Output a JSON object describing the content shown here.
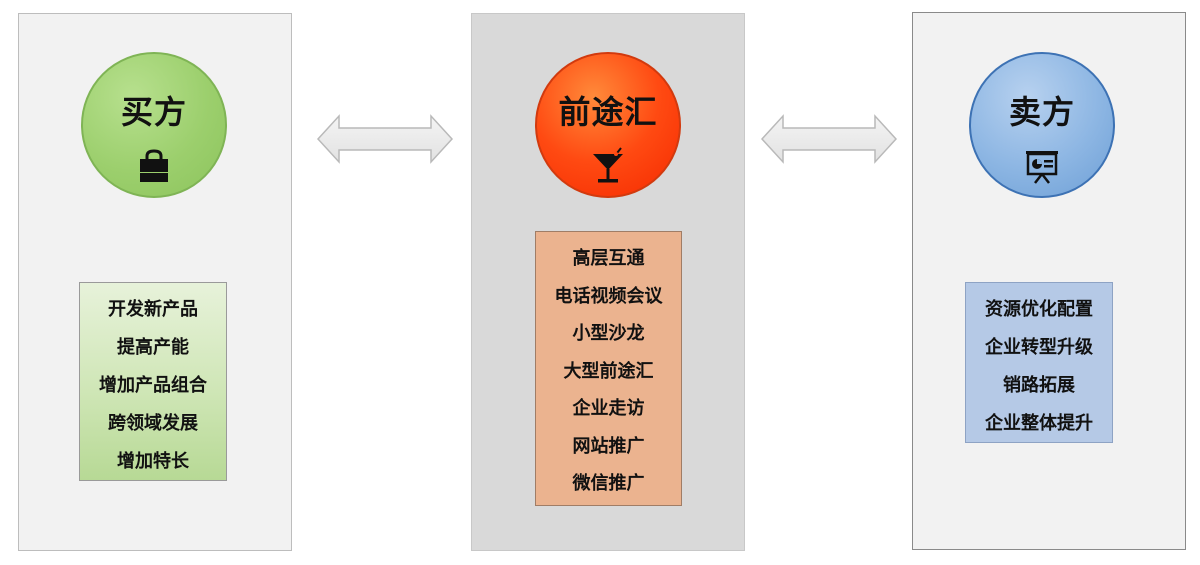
{
  "buyer": {
    "title": "买方",
    "icon": "shopping-bag-icon",
    "items": [
      "开发新产品",
      "提高产能",
      "增加产品组合",
      "跨领域发展",
      "增加特长"
    ],
    "color": "#9ccf6d"
  },
  "hub": {
    "title": "前途汇",
    "icon": "cocktail-glass-icon",
    "items": [
      "高层互通",
      "电话视频会议",
      "小型沙龙",
      "大型前途汇",
      "企业走访",
      "网站推广",
      "微信推广"
    ],
    "color": "#ff4a12"
  },
  "seller": {
    "title": "卖方",
    "icon": "presentation-board-icon",
    "items": [
      "资源优化配置",
      "企业转型升级",
      "销路拓展",
      "企业整体提升"
    ],
    "color": "#8db6e3"
  },
  "connectors": {
    "left": "double-arrow-icon",
    "right": "double-arrow-icon"
  }
}
